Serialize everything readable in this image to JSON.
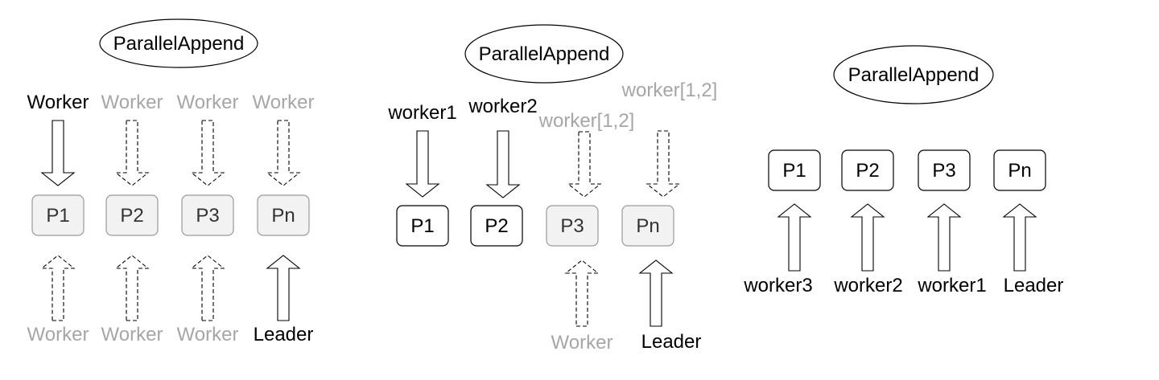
{
  "panels": [
    {
      "title": "ParallelAppend",
      "top_labels": [
        "Worker",
        "Worker",
        "Worker",
        "Worker"
      ],
      "subplans": [
        "P1",
        "P2",
        "P3",
        "Pn"
      ],
      "bottom_labels": [
        "Worker",
        "Worker",
        "Worker",
        "Leader"
      ]
    },
    {
      "title": "ParallelAppend",
      "top_labels": [
        "worker1",
        "worker2",
        "worker[1,2]",
        "worker[1,2]"
      ],
      "subplans": [
        "P1",
        "P2",
        "P3",
        "Pn"
      ],
      "bottom_labels": [
        "Worker",
        "Leader"
      ]
    },
    {
      "title": "ParallelAppend",
      "subplans": [
        "P1",
        "P2",
        "P3",
        "Pn"
      ],
      "bottom_labels": [
        "worker3",
        "worker2",
        "worker1",
        "Leader"
      ]
    }
  ],
  "colors": {
    "active_text": "#000000",
    "inactive_text": "#a6a6a6",
    "box_fill_active": "#ffffff",
    "box_fill_inactive": "#f2f2f2",
    "box_stroke_active": "#000000",
    "box_stroke_inactive": "#9a9a9a",
    "arrow_stroke": "#000000"
  }
}
